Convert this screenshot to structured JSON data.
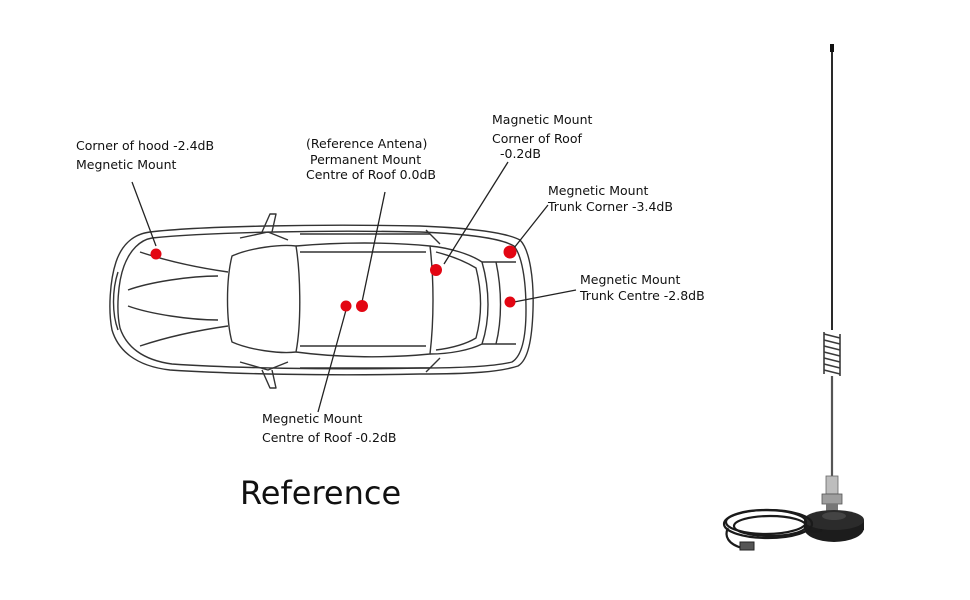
{
  "title": "Reference",
  "annotations": {
    "hood": {
      "line1": "Corner of hood -2.4dB",
      "line2": "Megnetic Mount"
    },
    "reference": {
      "line1": "(Reference Antena)",
      "line2": "Permanent Mount",
      "line3": "Centre of Roof  0.0dB"
    },
    "roof_corner": {
      "line1": "Magnetic Mount",
      "line2": "Corner of Roof",
      "line3": "-0.2dB"
    },
    "trunk_corner": {
      "line1": "Megnetic Mount",
      "line2": "Trunk Corner -3.4dB"
    },
    "trunk_centre": {
      "line1": "Megnetic Mount",
      "line2": "Trunk Centre -2.8dB"
    },
    "roof_centre": {
      "line1": "Megnetic Mount",
      "line2": "Centre of Roof  -0.2dB"
    }
  },
  "colors": {
    "mount_dot": "#e30613",
    "outline": "#333333",
    "antenna": "#2a2a2a"
  },
  "icons": [
    "car-outline-icon",
    "antenna-icon",
    "magnetic-base-icon",
    "coax-cable-icon"
  ]
}
